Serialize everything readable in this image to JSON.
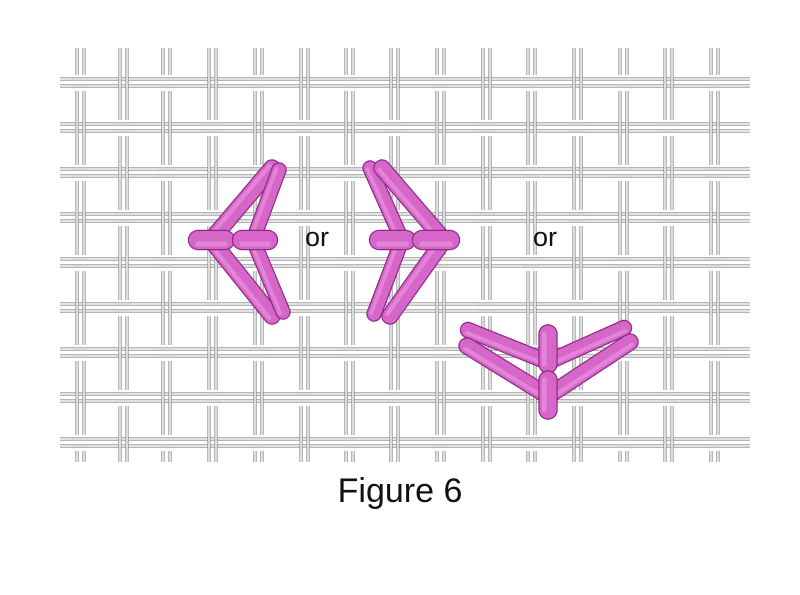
{
  "figure": {
    "separator_word": "or",
    "caption": "Figure 6"
  },
  "colors": {
    "canvas_thread_fill": "#ffffff",
    "canvas_thread_edge": "#8a8a8a",
    "stitch_fill": "#d766c9",
    "stitch_outline": "#8a2a84",
    "stitch_highlight": "#ef9ee6"
  },
  "illustration": {
    "fabric": "canvas-mesh",
    "variants": [
      {
        "id": "variant-1",
        "direction": "pointing-left",
        "long_stitches": 4,
        "tie_stitches": 2
      },
      {
        "id": "variant-2",
        "direction": "pointing-right",
        "long_stitches": 4,
        "tie_stitches": 2
      },
      {
        "id": "variant-3",
        "direction": "pointing-down",
        "long_stitches": 4,
        "tie_stitches": 2
      }
    ]
  }
}
